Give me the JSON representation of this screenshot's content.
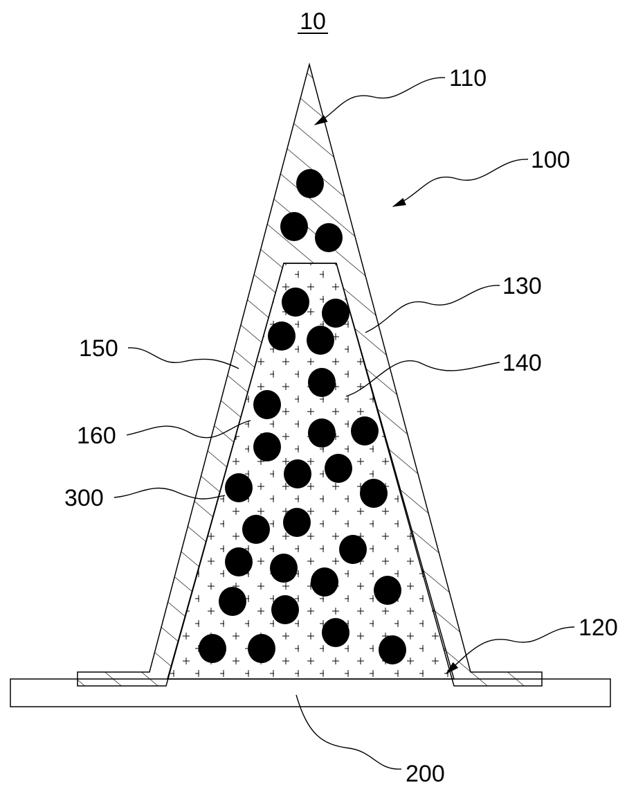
{
  "figure": {
    "title_ref": "10",
    "labels": {
      "tip": "110",
      "structure": "100",
      "outer_layer": "130",
      "left_wall": "150",
      "inner_core": "140",
      "filler": "160",
      "particles": "300",
      "base_flange": "120",
      "substrate": "200"
    },
    "particle_color": "#000000",
    "line_color": "#000000"
  }
}
